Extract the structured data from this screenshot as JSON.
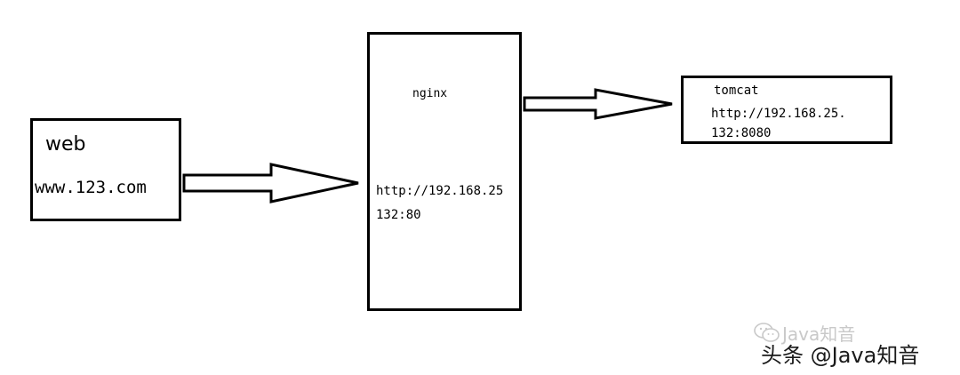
{
  "web": {
    "title": "web",
    "host": "www.123.com"
  },
  "nginx": {
    "title": "nginx",
    "address_line1": "http://192.168.25",
    "address_line2": "132:80"
  },
  "tomcat": {
    "title": "tomcat",
    "address_line1": "http://192.168.25.",
    "address_line2": "132:8080"
  },
  "watermark": {
    "faint_text": "Java知音",
    "main_text": "头条 @Java知音",
    "icon": "wechat-icon"
  }
}
